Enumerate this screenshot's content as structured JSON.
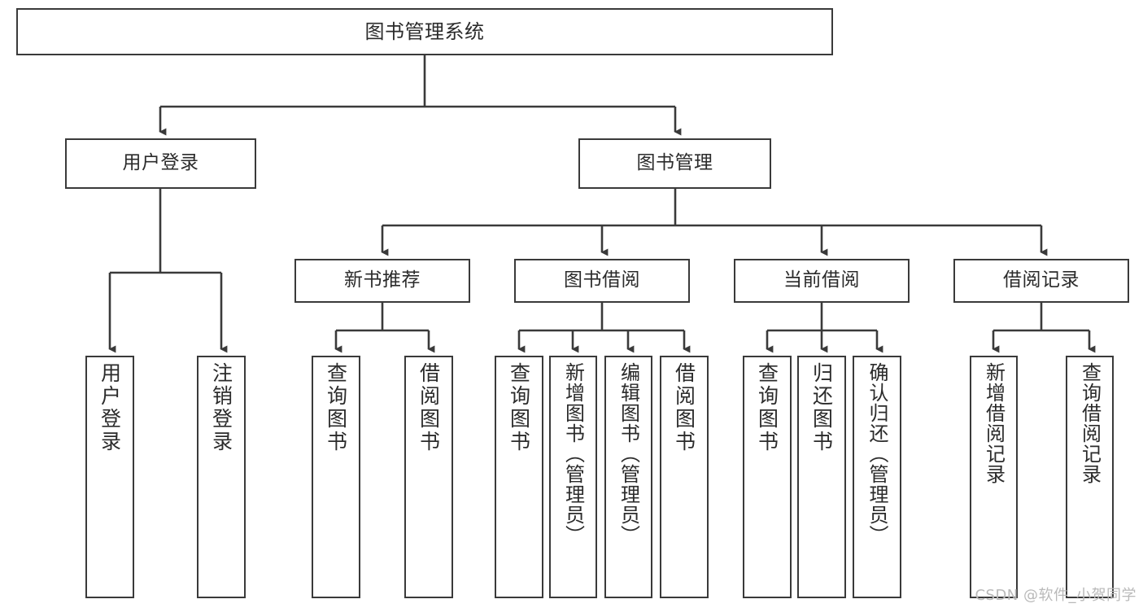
{
  "diagram": {
    "title": "图书管理系统",
    "type": "tree-hierarchy-diagram",
    "line_color": "#3a3a3a",
    "box_fill": "#ffffff",
    "text_color": "#2b2b2b"
  },
  "root": {
    "label": "图书管理系统"
  },
  "level2": {
    "user_login": {
      "label": "用户登录"
    },
    "book_manage": {
      "label": "图书管理"
    }
  },
  "level3": {
    "new_book_rec": {
      "label": "新书推荐"
    },
    "book_borrow": {
      "label": "图书借阅"
    },
    "current_borrow": {
      "label": "当前借阅"
    },
    "borrow_record": {
      "label": "借阅记录"
    }
  },
  "leaves": {
    "user_login": [
      {
        "label": "用户登录"
      },
      {
        "label": "注销登录"
      }
    ],
    "new_book_rec": [
      {
        "label": "查询图书"
      },
      {
        "label": "借阅图书"
      }
    ],
    "book_borrow": [
      {
        "label": "查询图书"
      },
      {
        "label": "新增图书（管理员）"
      },
      {
        "label": "编辑图书（管理员）"
      },
      {
        "label": "借阅图书"
      }
    ],
    "current_borrow": [
      {
        "label": "查询图书"
      },
      {
        "label": "归还图书"
      },
      {
        "label": "确认归还（管理员）"
      }
    ],
    "borrow_record": [
      {
        "label": "新增借阅记录"
      },
      {
        "label": "查询借阅记录"
      }
    ]
  },
  "watermark": {
    "text": "CSDN @软件_小贺同学"
  }
}
